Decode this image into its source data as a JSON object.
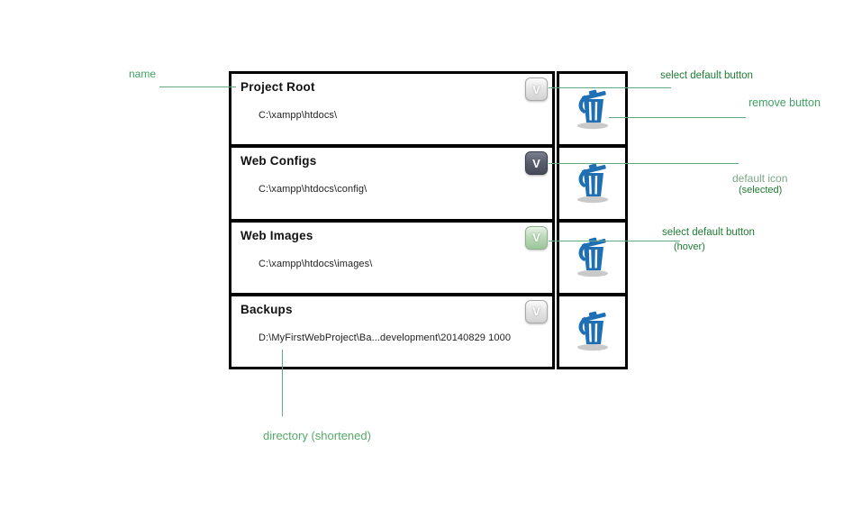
{
  "panel": {
    "select_button_label": "V",
    "rows": [
      {
        "name": "Project Root",
        "directory": "C:\\xampp\\htdocs\\",
        "button_state": "normal"
      },
      {
        "name": "Web Configs",
        "directory": "C:\\xampp\\htdocs\\config\\",
        "button_state": "selected"
      },
      {
        "name": "Web Images",
        "directory": "C:\\xampp\\htdocs\\images\\",
        "button_state": "hover"
      },
      {
        "name": "Backups",
        "directory": "D:\\MyFirstWebProject\\Ba...development\\20140829 1000",
        "button_state": "normal"
      }
    ]
  },
  "annotations": {
    "name_label": "name",
    "select_default_label": "select default button",
    "remove_label": "remove button",
    "default_icon_label": "default icon",
    "default_icon_state": "(selected)",
    "hover_label": "select default button",
    "hover_state": "(hover)",
    "directory_label": "directory (shortened)"
  },
  "colors": {
    "annotation_dark_green": "#1e7b33",
    "annotation_medium_green": "#3fa263",
    "annotation_sage_green": "#7da489",
    "annotation_light_green": "#55ab68",
    "annotation_line_green": "#63a87e",
    "trash_blue": "#1f6fb5",
    "button_normal_fill": "#d2d2d2",
    "button_selected_fill": "#4d5260",
    "button_hover_fill": "#9cc79a",
    "panel_border": "#000000"
  }
}
